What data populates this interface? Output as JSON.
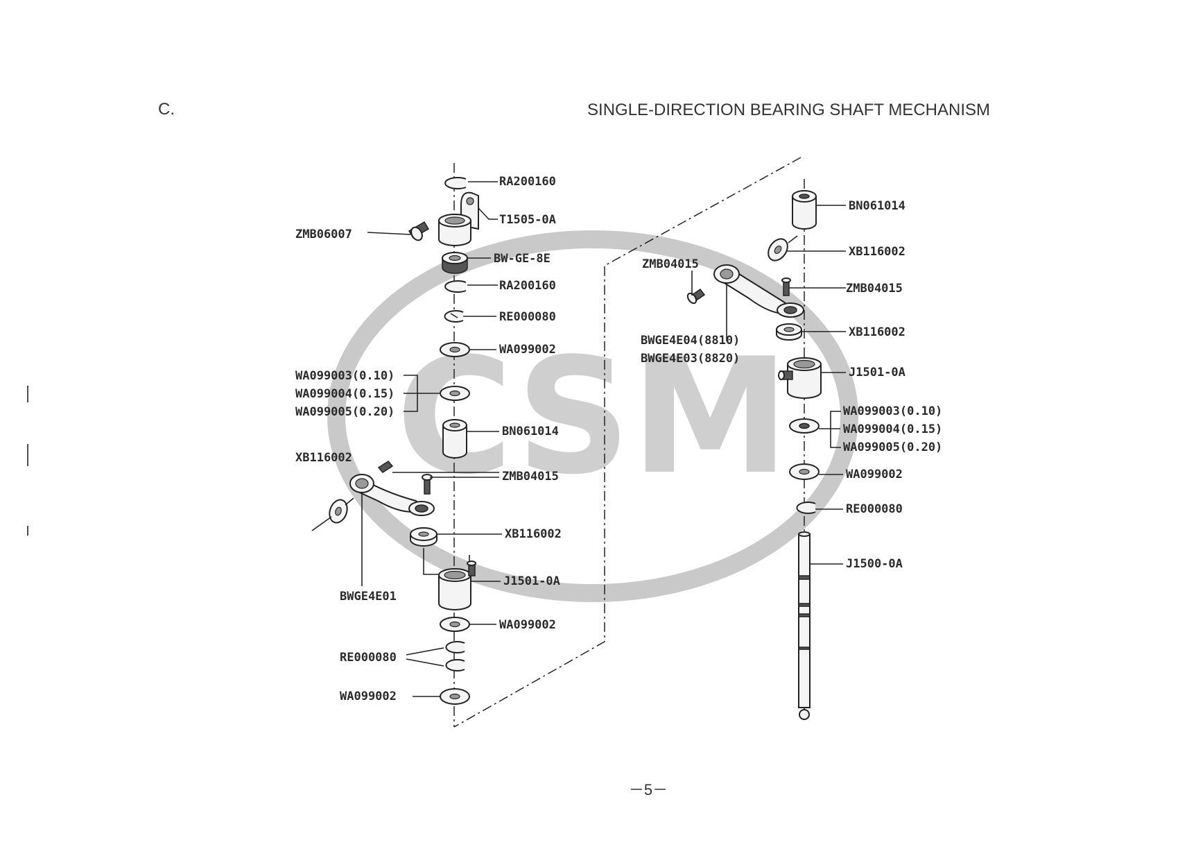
{
  "header": {
    "section": "C.",
    "title": "SINGLE-DIRECTION BEARING SHAFT MECHANISM"
  },
  "watermark": {
    "text": "CSM"
  },
  "left_assembly": {
    "labels": {
      "ra200160_top": "RA200160",
      "t1505": "T1505-0A",
      "zmb06007": "ZMB06007",
      "bwge8e": "BW-GE-8E",
      "ra200160_2": "RA200160",
      "re000080_top": "RE000080",
      "wa099002_top": "WA099002",
      "shim_010": "WA099003(0.10)",
      "shim_015": "WA099004(0.15)",
      "shim_020": "WA099005(0.20)",
      "bn061014": "BN061014",
      "xb116002_left": "XB116002",
      "zmb04015": "ZMB04015",
      "xb116002_low": "XB116002",
      "bwge4e01": "BWGE4E01",
      "j1501": "J1501-0A",
      "wa099002_mid": "WA099002",
      "re000080_bot": "RE000080",
      "wa099002_bot": "WA099002"
    }
  },
  "right_assembly": {
    "labels": {
      "bn061014": "BN061014",
      "xb116002_top": "XB116002",
      "zmb04015_left": "ZMB04015",
      "zmb04015_right": "ZMB04015",
      "xb116002_mid": "XB116002",
      "bwge4e04": "BWGE4E04(8810)",
      "bwge4e03": "BWGE4E03(8820)",
      "j1501": "J1501-0A",
      "shim_010": "WA099003(0.10)",
      "shim_015": "WA099004(0.15)",
      "shim_020": "WA099005(0.20)",
      "wa099002": "WA099002",
      "re000080": "RE000080",
      "j1500": "J1500-0A"
    }
  },
  "footer": {
    "page_number": "－5－"
  }
}
